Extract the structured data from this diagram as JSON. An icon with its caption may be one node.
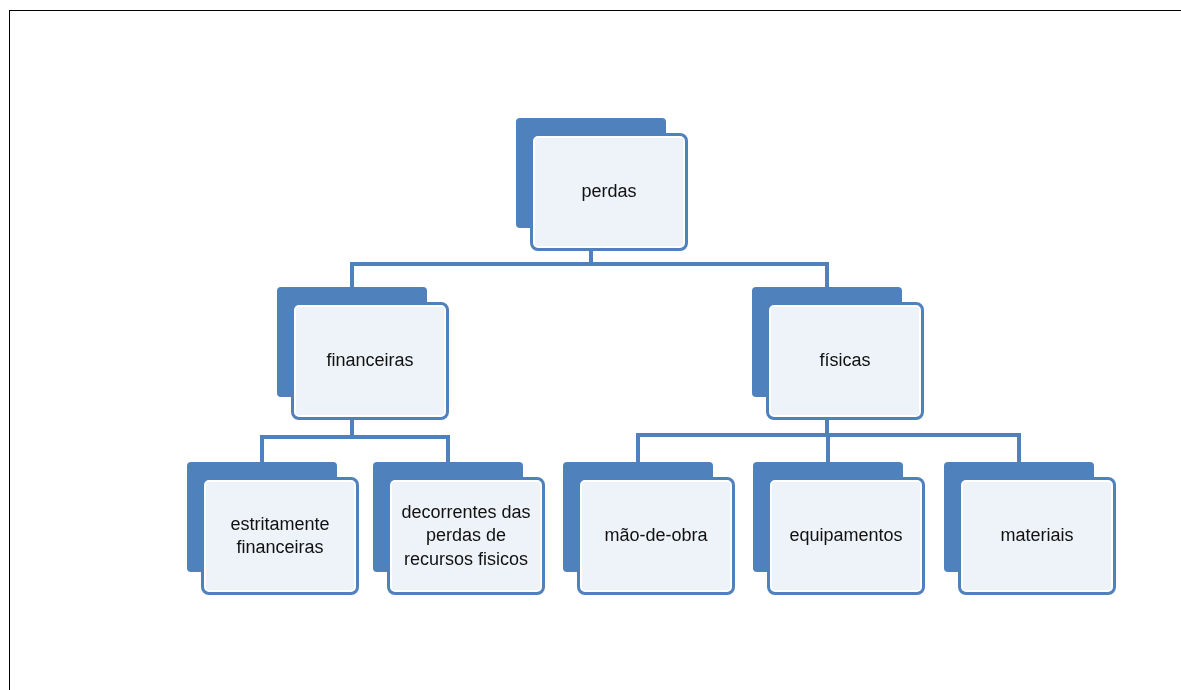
{
  "diagram": {
    "nodes": [
      {
        "text": [
          "perdas"
        ]
      },
      {
        "text": [
          "financeiras"
        ]
      },
      {
        "text": [
          "físicas"
        ]
      },
      {
        "text": [
          "estritamente financeiras"
        ]
      },
      {
        "text": [
          "decorrentes das perdas de recursos fisicos"
        ]
      },
      {
        "text": [
          "mão-de-obra"
        ]
      },
      {
        "text": [
          "equipamentos"
        ]
      },
      {
        "text": [
          "materiais"
        ]
      }
    ],
    "edges": [
      {
        "from": 0,
        "to": 1,
        "arrow": "none"
      },
      {
        "from": 0,
        "to": 2,
        "arrow": "none"
      },
      {
        "from": 1,
        "to": 3,
        "arrow": "none"
      },
      {
        "from": 1,
        "to": 4,
        "arrow": "none"
      },
      {
        "from": 2,
        "to": 5,
        "arrow": "none"
      },
      {
        "from": 2,
        "to": 6,
        "arrow": "none"
      },
      {
        "from": 2,
        "to": 7,
        "arrow": "none"
      }
    ]
  }
}
